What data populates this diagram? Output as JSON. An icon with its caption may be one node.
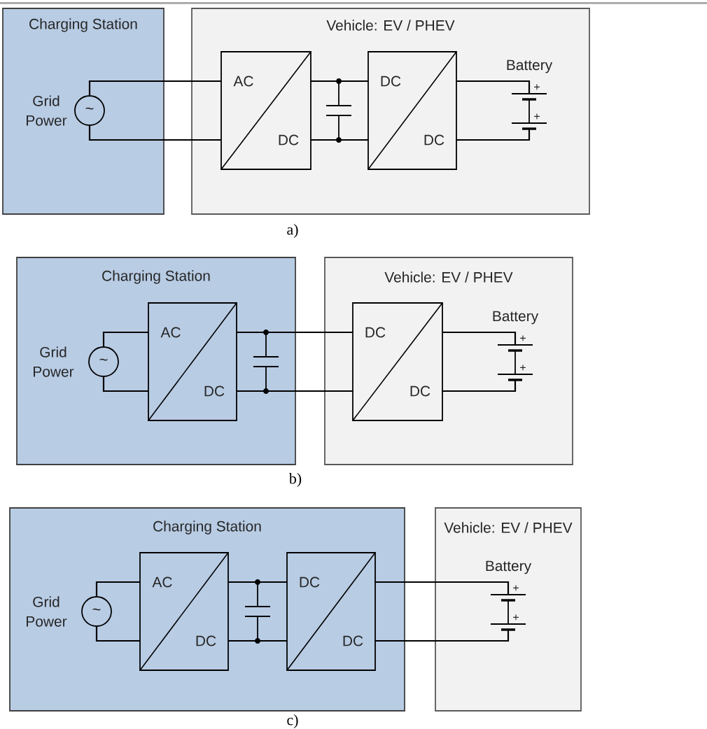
{
  "diagram": {
    "nodes": [
      {
        "text": [
          "Charging Station"
        ]
      },
      {
        "text": [
          "~"
        ],
        "beside": [
          "Grid Power"
        ],
        "in": 0
      },
      {
        "text": [
          "Vehicle: EV / PHEV"
        ]
      },
      {
        "text": [
          "AC",
          "DC"
        ],
        "in": 2
      },
      {
        "text": [],
        "shape": "capacitor",
        "in": 2
      },
      {
        "text": [
          "DC",
          "DC"
        ],
        "in": 2
      },
      {
        "text": [
          "Battery",
          "+",
          "+"
        ],
        "in": 2
      },
      {
        "text": [
          "Charging Station"
        ]
      },
      {
        "text": [
          "~"
        ],
        "beside": [
          "Grid Power"
        ],
        "in": 7
      },
      {
        "text": [
          "AC",
          "DC"
        ],
        "in": 7
      },
      {
        "text": [],
        "shape": "capacitor",
        "in": 7
      },
      {
        "text": [
          "Vehicle: EV / PHEV"
        ]
      },
      {
        "text": [
          "DC",
          "DC"
        ],
        "in": 11
      },
      {
        "text": [
          "Battery",
          "+",
          "+"
        ],
        "in": 11
      },
      {
        "text": [
          "Charging Station"
        ]
      },
      {
        "text": [
          "~"
        ],
        "beside": [
          "Grid Power"
        ],
        "in": 14
      },
      {
        "text": [
          "AC",
          "DC"
        ],
        "in": 14
      },
      {
        "text": [],
        "shape": "capacitor",
        "in": 14
      },
      {
        "text": [
          "DC",
          "DC"
        ],
        "in": 14
      },
      {
        "text": [
          "Vehicle: EV / PHEV"
        ]
      },
      {
        "text": [
          "Battery",
          "+",
          "+"
        ],
        "in": 19
      }
    ],
    "edges": [
      {
        "from": 1,
        "to": 3,
        "arrow": "none"
      },
      {
        "from": 1,
        "to": 3,
        "arrow": "none"
      },
      {
        "from": 3,
        "to": 4,
        "arrow": "none"
      },
      {
        "from": 3,
        "to": 4,
        "arrow": "none"
      },
      {
        "from": 4,
        "to": 5,
        "arrow": "none"
      },
      {
        "from": 4,
        "to": 5,
        "arrow": "none"
      },
      {
        "from": 5,
        "to": 6,
        "arrow": "none"
      },
      {
        "from": 5,
        "to": 6,
        "arrow": "none"
      },
      {
        "from": 8,
        "to": 9,
        "arrow": "none"
      },
      {
        "from": 8,
        "to": 9,
        "arrow": "none"
      },
      {
        "from": 9,
        "to": 10,
        "arrow": "none"
      },
      {
        "from": 9,
        "to": 10,
        "arrow": "none"
      },
      {
        "from": 10,
        "to": 12,
        "arrow": "none"
      },
      {
        "from": 10,
        "to": 12,
        "arrow": "none"
      },
      {
        "from": 12,
        "to": 13,
        "arrow": "none"
      },
      {
        "from": 12,
        "to": 13,
        "arrow": "none"
      },
      {
        "from": 15,
        "to": 16,
        "arrow": "none"
      },
      {
        "from": 15,
        "to": 16,
        "arrow": "none"
      },
      {
        "from": 16,
        "to": 17,
        "arrow": "none"
      },
      {
        "from": 16,
        "to": 17,
        "arrow": "none"
      },
      {
        "from": 17,
        "to": 18,
        "arrow": "none"
      },
      {
        "from": 17,
        "to": 18,
        "arrow": "none"
      },
      {
        "from": 18,
        "to": 20,
        "arrow": "none"
      },
      {
        "from": 18,
        "to": 20,
        "arrow": "none"
      }
    ],
    "labels": [
      "a)",
      "b)",
      "c)"
    ]
  }
}
